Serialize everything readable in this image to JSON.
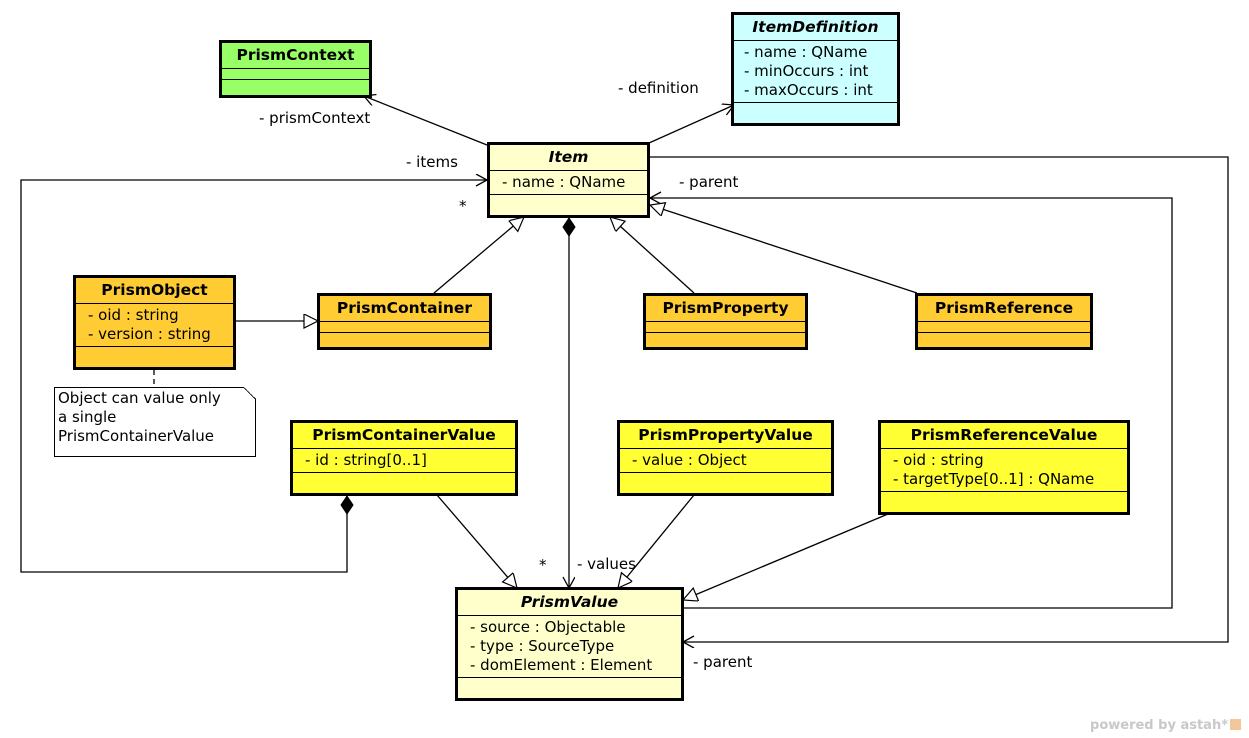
{
  "colors": {
    "context": "#99ff66",
    "definition": "#ccffff",
    "abstract": "#ffffcc",
    "concrete_item": "#ffcc33",
    "value": "#ffff33"
  },
  "classes": {
    "prism_context": {
      "name": "PrismContext",
      "attributes": []
    },
    "item_definition": {
      "name": "ItemDefinition",
      "attributes": [
        "- name : QName",
        "- minOccurs : int",
        "- maxOccurs : int"
      ]
    },
    "item": {
      "name": "Item",
      "attributes": [
        "- name : QName"
      ]
    },
    "prism_object": {
      "name": "PrismObject",
      "attributes": [
        "- oid : string",
        "- version : string"
      ]
    },
    "prism_container": {
      "name": "PrismContainer",
      "attributes": []
    },
    "prism_property": {
      "name": "PrismProperty",
      "attributes": []
    },
    "prism_reference": {
      "name": "PrismReference",
      "attributes": []
    },
    "prism_container_value": {
      "name": "PrismContainerValue",
      "attributes": [
        "- id : string[0..1]"
      ]
    },
    "prism_property_value": {
      "name": "PrismPropertyValue",
      "attributes": [
        "- value : Object"
      ]
    },
    "prism_reference_value": {
      "name": "PrismReferenceValue",
      "attributes": [
        "- oid : string",
        "- targetType[0..1] : QName"
      ]
    },
    "prism_value": {
      "name": "PrismValue",
      "attributes": [
        "- source : Objectable",
        "- type : SourceType",
        "- domElement : Element"
      ]
    }
  },
  "labels": {
    "prism_context_role": "- prismContext",
    "definition_role": "- definition",
    "items_role": "- items",
    "items_multiplicity": "*",
    "item_parent_role": "- parent",
    "values_role": "- values",
    "values_multiplicity": "*",
    "value_parent_role": "- parent"
  },
  "note": {
    "lines": [
      "Object can value only",
      "a single",
      "PrismContainerValue"
    ]
  },
  "footer": {
    "text": "powered by astah*"
  }
}
